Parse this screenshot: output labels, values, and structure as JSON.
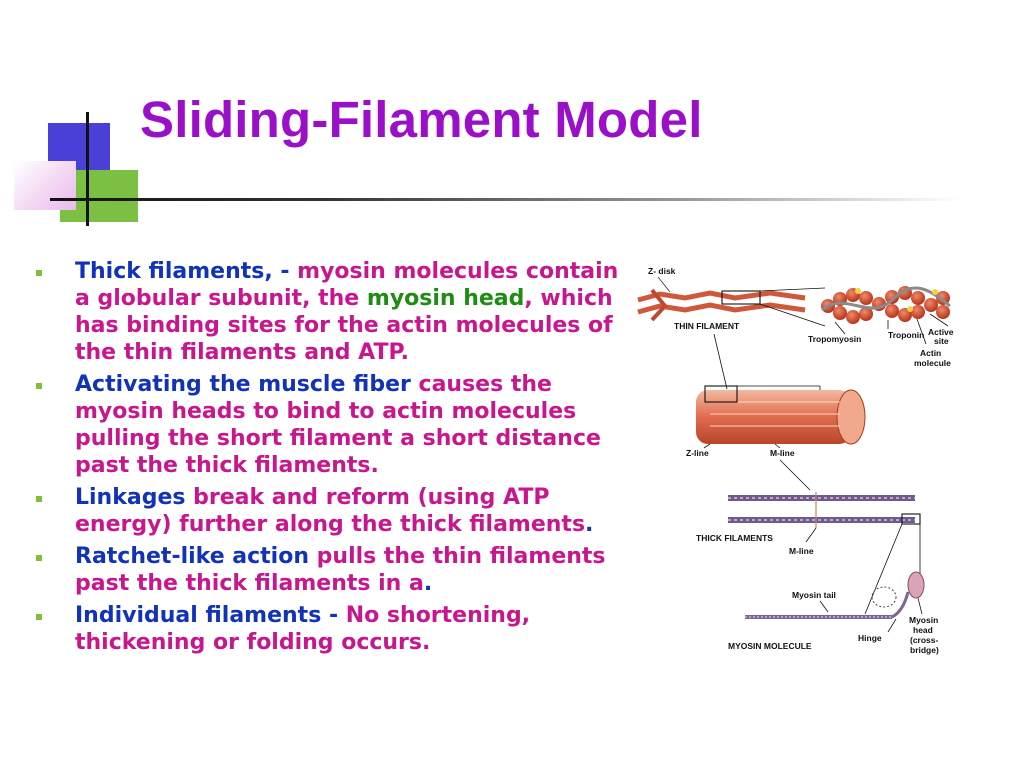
{
  "slide": {
    "title": "Sliding-Filament Model",
    "colors": {
      "title": "#9a10c8",
      "term": "#1232b8",
      "body": "#c8178e",
      "highlight": "#1f8c12",
      "bullet": "#7fbf3a"
    }
  },
  "bullets": [
    {
      "parts": [
        {
          "text": "Thick filaments, - ",
          "style": "blue"
        },
        {
          "text": "myosin molecules contain a globular subunit, the ",
          "style": "pink"
        },
        {
          "text": "myosin head",
          "style": "green"
        },
        {
          "text": ", which has binding sites for the actin molecules of the thin filaments and ATP.",
          "style": "pink"
        }
      ]
    },
    {
      "parts": [
        {
          "text": "Activating the muscle fiber ",
          "style": "blue"
        },
        {
          "text": "causes the myosin heads to bind to actin molecules pulling the short filament a short distance past the thick filaments.",
          "style": "pink"
        }
      ]
    },
    {
      "parts": [
        {
          "text": "Linkages ",
          "style": "blue"
        },
        {
          "text": "break and reform (using ATP energy) further along the thick filaments",
          "style": "pink"
        },
        {
          "text": ".",
          "style": "blue"
        }
      ]
    },
    {
      "parts": [
        {
          "text": "Ratchet-like action ",
          "style": "blue"
        },
        {
          "text": "pulls the thin filaments past the thick filaments in a",
          "style": "pink"
        },
        {
          "text": ".",
          "style": "blue"
        }
      ]
    },
    {
      "parts": [
        {
          "text": "Individual filaments - ",
          "style": "blue"
        },
        {
          "text": "No shortening, thickening or folding  occurs.",
          "style": "pink"
        }
      ]
    }
  ],
  "diagram": {
    "labels": {
      "z_disk": "Z- disk",
      "thin_filament": "THIN FILAMENT",
      "tropomyosin": "Tropomyosin",
      "troponin": "Troponin",
      "active_site": [
        "Active",
        "site"
      ],
      "actin_molecule": [
        "Actin",
        "molecule"
      ],
      "z_line": "Z-line",
      "m_line_1": "M-line",
      "thick_filaments": "THICK FILAMENTS",
      "m_line_2": "M-line",
      "myosin_tail": "Myosin tail",
      "hinge": "Hinge",
      "myosin_head": [
        "Myosin",
        "head",
        "(cross-",
        "bridge)"
      ],
      "myosin_molecule": "MYOSIN MOLECULE"
    }
  }
}
